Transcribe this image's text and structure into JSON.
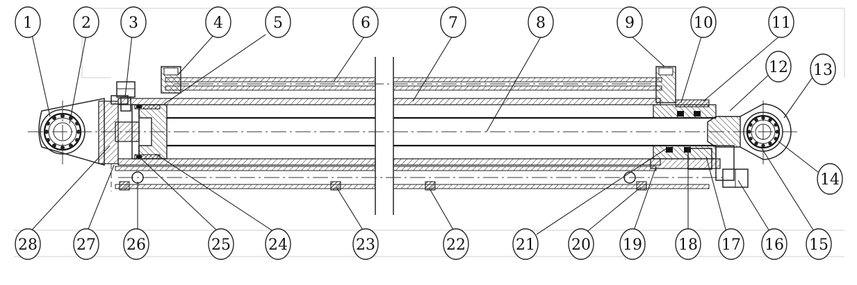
{
  "colors": {
    "ink": "#222222",
    "background": "#ffffff",
    "frame": "#cfcfcf"
  },
  "balloons_top": [
    {
      "id": "1",
      "label": "1"
    },
    {
      "id": "2",
      "label": "2"
    },
    {
      "id": "3",
      "label": "3"
    },
    {
      "id": "4",
      "label": "4"
    },
    {
      "id": "5",
      "label": "5"
    },
    {
      "id": "6",
      "label": "6"
    },
    {
      "id": "7",
      "label": "7"
    },
    {
      "id": "8",
      "label": "8"
    },
    {
      "id": "9",
      "label": "9"
    },
    {
      "id": "10",
      "label": "10"
    },
    {
      "id": "11",
      "label": "11"
    },
    {
      "id": "12",
      "label": "12"
    },
    {
      "id": "13",
      "label": "13"
    }
  ],
  "balloons_right": [
    {
      "id": "14",
      "label": "14"
    }
  ],
  "balloons_bottom": [
    {
      "id": "28",
      "label": "28"
    },
    {
      "id": "27",
      "label": "27"
    },
    {
      "id": "26",
      "label": "26"
    },
    {
      "id": "25",
      "label": "25"
    },
    {
      "id": "24",
      "label": "24"
    },
    {
      "id": "23",
      "label": "23"
    },
    {
      "id": "22",
      "label": "22"
    },
    {
      "id": "21",
      "label": "21"
    },
    {
      "id": "20",
      "label": "20"
    },
    {
      "id": "19",
      "label": "19"
    },
    {
      "id": "18",
      "label": "18"
    },
    {
      "id": "17",
      "label": "17"
    },
    {
      "id": "16",
      "label": "16"
    },
    {
      "id": "15",
      "label": "15"
    }
  ]
}
